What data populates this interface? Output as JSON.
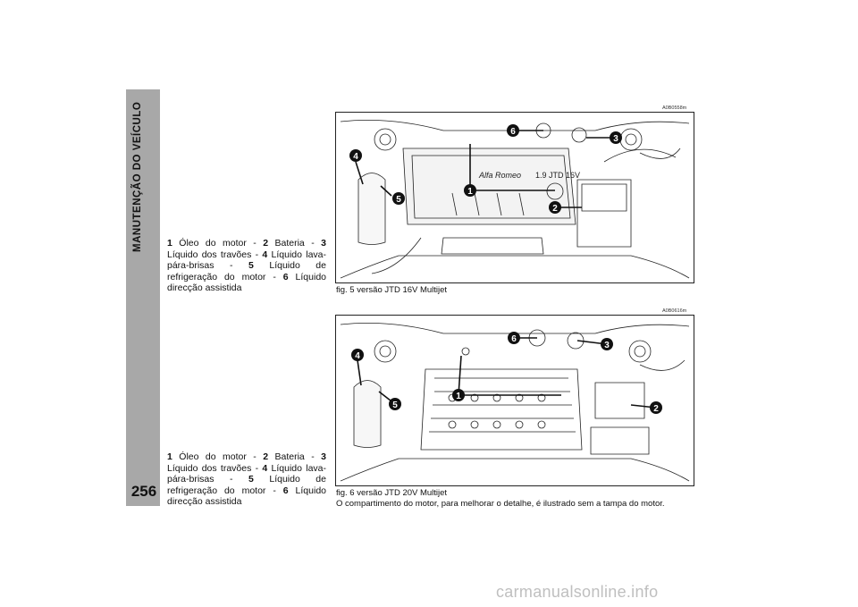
{
  "sidebar": {
    "section_title": "MANUTENÇÃO DO VEÍCULO",
    "page_number": "256"
  },
  "captions": [
    {
      "items": [
        {
          "num": "1",
          "text": "Óleo do motor - "
        },
        {
          "num": "2",
          "text": "Bateria - "
        },
        {
          "num": "3",
          "text": "Líquido dos travões - "
        },
        {
          "num": "4",
          "text": "Líquido lava-pára-brisas - "
        },
        {
          "num": "5",
          "text": "Líquido de refrigeração do motor - "
        },
        {
          "num": "6",
          "text": "Líquido direcção assistida"
        }
      ]
    },
    {
      "items": [
        {
          "num": "1",
          "text": "Óleo do motor - "
        },
        {
          "num": "2",
          "text": "Bateria - "
        },
        {
          "num": "3",
          "text": "Líquido dos travões - "
        },
        {
          "num": "4",
          "text": "Líquido lava-pára-brisas - "
        },
        {
          "num": "5",
          "text": "Líquido de refrigeração do motor - "
        },
        {
          "num": "6",
          "text": "Líquido direcção assistida"
        }
      ]
    }
  ],
  "figures": [
    {
      "code": "A0B0558m",
      "caption": "fig. 5 versão JTD 16V Multijet",
      "engine_label": "1.9  JTD 16V",
      "brand": "Alfa Romeo",
      "callouts": [
        "1",
        "2",
        "3",
        "4",
        "5",
        "6"
      ]
    },
    {
      "code": "A0B0616m",
      "caption": "fig. 6 versão JTD 20V Multijet",
      "note": "O compartimento do motor, para melhorar o detalhe, é ilustrado sem a tampa do motor.",
      "callouts": [
        "1",
        "2",
        "3",
        "4",
        "5",
        "6"
      ]
    }
  ],
  "watermark": "carmanualsonline.info"
}
